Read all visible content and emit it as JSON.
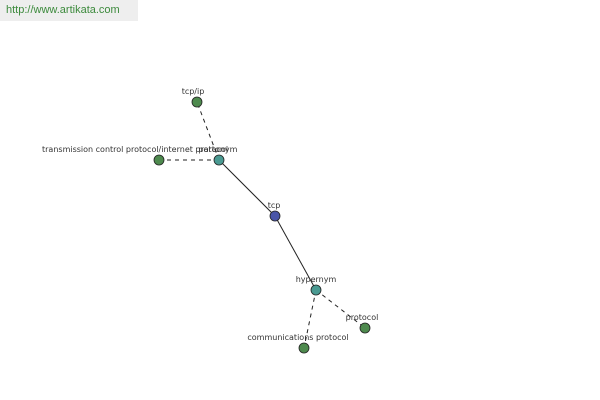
{
  "banner": {
    "url": "http://www.artikata.com"
  },
  "colors": {
    "center_node": "#4a55a8",
    "relation_node": "#4a9a92",
    "leaf_node": "#4e8a4e",
    "node_stroke": "#222222",
    "edge": "#222222",
    "banner_bg": "#eeeeee",
    "banner_text": "#3c8a3c"
  },
  "nodes": [
    {
      "id": "tcp",
      "label": "tcp",
      "kind": "center"
    },
    {
      "id": "partonym",
      "label": "partonym",
      "kind": "relation"
    },
    {
      "id": "hypernym",
      "label": "hypernym",
      "kind": "relation"
    },
    {
      "id": "tcpip",
      "label": "tcp/ip",
      "kind": "leaf"
    },
    {
      "id": "tcpip_full",
      "label": "transmission control protocol/internet protocol",
      "kind": "leaf"
    },
    {
      "id": "protocol",
      "label": "protocol",
      "kind": "leaf"
    },
    {
      "id": "comm_protocol",
      "label": "communications protocol",
      "kind": "leaf"
    }
  ],
  "edges": [
    {
      "from": "tcp",
      "to": "partonym",
      "style": "solid"
    },
    {
      "from": "tcp",
      "to": "hypernym",
      "style": "solid"
    },
    {
      "from": "partonym",
      "to": "tcpip",
      "style": "dashed"
    },
    {
      "from": "partonym",
      "to": "tcpip_full",
      "style": "dashed"
    },
    {
      "from": "hypernym",
      "to": "protocol",
      "style": "dashed"
    },
    {
      "from": "hypernym",
      "to": "comm_protocol",
      "style": "dashed"
    }
  ]
}
